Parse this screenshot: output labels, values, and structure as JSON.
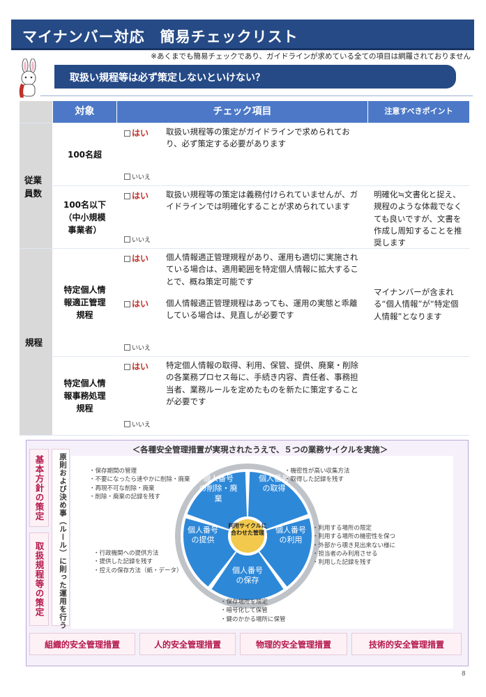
{
  "header": {
    "title": "マイナンバー対応　簡易チェックリスト",
    "note": "※あくまでも簡易チェックであり、ガイドラインが求めている全ての項目は網羅されておりません",
    "question": "取扱い規程等は必ず策定しないといけない？"
  },
  "table": {
    "headers": {
      "target": "対象",
      "check": "チェック項目",
      "points": "注意すべきポイント"
    },
    "yes_label": "はい",
    "no_label": "いいえ",
    "groups": {
      "employees": "従業\n員数",
      "rules": "規程"
    },
    "rows": [
      {
        "target": "100名超",
        "check": "取扱い規程等の策定がガイドラインで求められており、必ず策定する必要があります",
        "point": ""
      },
      {
        "target": "100名以下\n（中小規模\n事業者）",
        "check": "取扱い規程等の策定は義務付けられていませんが、ガイドラインでは明確化することが求められています",
        "point": "明確化≒文書化と捉え、規程のような体裁でなくても良いですが、文書を作成し周知することを推奨します"
      },
      {
        "target": "特定個人情\n報適正管理\n規程",
        "check": "個人情報適正管理規程があり、運用も適切に実施されている場合は、適用範囲を特定個人情報に拡大することで、概ね策定可能です",
        "check2": "個人情報適正管理規程はあっても、運用の実態と乖離している場合は、見直しが必要です",
        "point": "マイナンバーが含まれる“個人情報”が“特定個人情報”となります"
      },
      {
        "target": "特定個人情\n報事務処理\n規程",
        "check": "特定個人情報の取得、利用、保管、提供、廃棄・削除の各業務プロセス毎に、手続き内容、責任者、事務担当者、業務ルールを定めたものを新たに策定することが必要です",
        "point": ""
      }
    ]
  },
  "diagram": {
    "title": "＜各種安全管理措置が実現されたうえで、５つの業務サイクルを実施＞",
    "left_top": "基本方針の策定",
    "left_bottom": "取扱規程等の策定",
    "rule_text": "原則および決め事（ルール）に則った運用を行う",
    "center": "利用サイクルに\n合わせた管理",
    "segments": [
      "個人番号\nの取得",
      "個人番号\nの利用",
      "個人番号\nの保存",
      "個人番号\nの提供",
      "個人番号\nの削除・廃\n棄"
    ],
    "notes": {
      "delete": [
        "・保存期間の管理",
        "・不要になったら速やかに削除・廃棄",
        "・再現不可な削除・廃棄",
        "・削除・廃棄の記録を残す"
      ],
      "acquire": [
        "・機密性が高い収集方法",
        "・取得した記録を残す"
      ],
      "use": [
        "・利用する場所の限定",
        "・利用する場所の機密性を保つ",
        "・外部から覗き見出来ない様に",
        "・担当者のみ利用させる",
        "・利用した記録を残す"
      ],
      "provide": [
        "・行政機関への提供方法",
        "・提供した記録を残す",
        "・控えの保存方法（紙・データ）"
      ],
      "store": [
        "・保存場所を限定",
        "・暗号化して保管",
        "・鍵のかかる場所に保管"
      ]
    },
    "pillars": [
      "組織的安全管理措置",
      "人的安全管理措置",
      "物理的安全管理措置",
      "技術的安全管理措置"
    ]
  },
  "page_number": "8",
  "colors": {
    "navy": "#254a86",
    "header_blue": "#4c78c7",
    "wheel_blue": "#2e88d8",
    "accent_red": "#c0302a"
  }
}
